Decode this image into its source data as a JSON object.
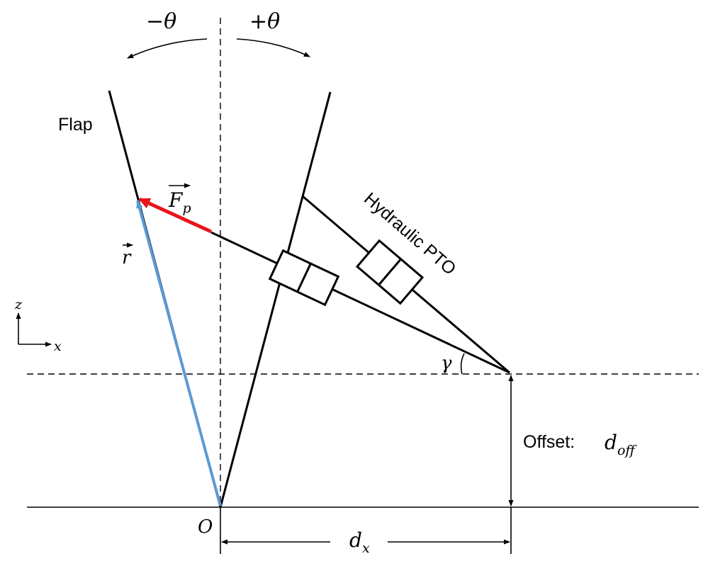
{
  "labels": {
    "minus_theta": "−θ",
    "plus_theta": "+θ",
    "flap": "Flap",
    "force_base": "F",
    "force_sub": "p",
    "position_vector": "r",
    "pto": "Hydraulic PTO",
    "axis_z": "z",
    "axis_x": "x",
    "gamma": "γ",
    "offset_text": "Offset:",
    "offset_base": "d",
    "offset_sub": "off",
    "origin": "O",
    "dx_base": "d",
    "dx_sub": "x"
  },
  "colors": {
    "force_vector": "#e8141b",
    "position_vector": "#5b9bd5",
    "lines": "#000000"
  }
}
